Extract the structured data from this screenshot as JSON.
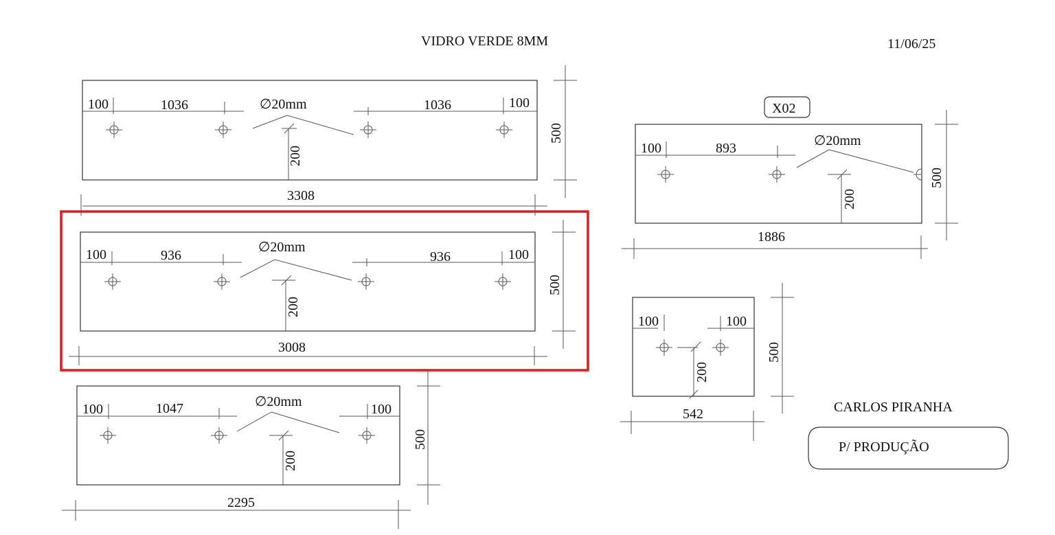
{
  "header": {
    "title": "VIDRO VERDE 8MM",
    "date": "11/06/25"
  },
  "panels": {
    "p1": {
      "margin_left": "100",
      "span_left": "1036",
      "hole": "∅20mm",
      "span_right": "1036",
      "margin_right": "100",
      "height": "500",
      "hole_height": "200",
      "width": "3308"
    },
    "p2": {
      "margin_left": "100",
      "span_left": "936",
      "hole": "∅20mm",
      "span_right": "936",
      "margin_right": "100",
      "height": "500",
      "hole_height": "200",
      "width": "3008"
    },
    "p3": {
      "margin_left": "100",
      "span_left": "1047",
      "hole": "∅20mm",
      "margin_right": "100",
      "height": "500",
      "hole_height": "200",
      "width": "2295"
    },
    "p4": {
      "tag": "X02",
      "margin_left": "100",
      "span_left": "893",
      "hole": "∅20mm",
      "height": "500",
      "hole_height": "200",
      "width": "1886"
    },
    "p5": {
      "margin_left": "100",
      "margin_right": "100",
      "height": "500",
      "hole_height": "200",
      "width": "542"
    }
  },
  "footer": {
    "client": "CARLOS PIRANHA",
    "status": "P/ PRODUÇÃO"
  },
  "colors": {
    "highlight": "#e0191b",
    "line": "#333333"
  }
}
